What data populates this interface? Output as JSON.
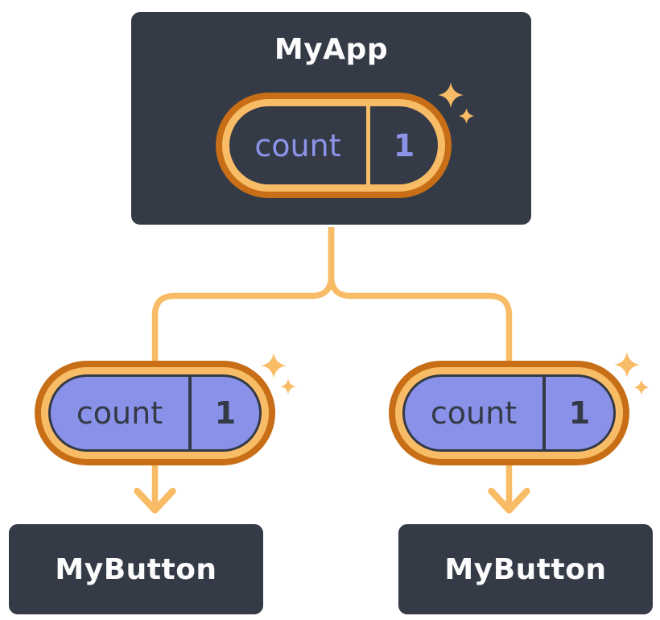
{
  "tree": {
    "root": {
      "title": "MyApp",
      "state": {
        "label": "count",
        "value": "1"
      }
    },
    "children": [
      {
        "title": "MyButton",
        "pill": {
          "label": "count",
          "value": "1"
        }
      },
      {
        "title": "MyButton",
        "pill": {
          "label": "count",
          "value": "1"
        }
      }
    ]
  },
  "icons": {
    "sparkle": "sparkle-icon (4-point star)",
    "arrow": "arrow-down-icon (chevron)"
  },
  "colors": {
    "node_background": "#343A46",
    "node_border": "#FFFFFF",
    "node_text": "#FCFCFD",
    "pill_ring_outer": "#C76E16",
    "pill_ring_inner": "#F9BC66",
    "pill_fill_purple": "#8A91E9",
    "pill_text_dark": "#333945",
    "pill_text_purple": "#8C94E9",
    "connector": "#F9BC66",
    "page_background": "#FFFFFF"
  }
}
